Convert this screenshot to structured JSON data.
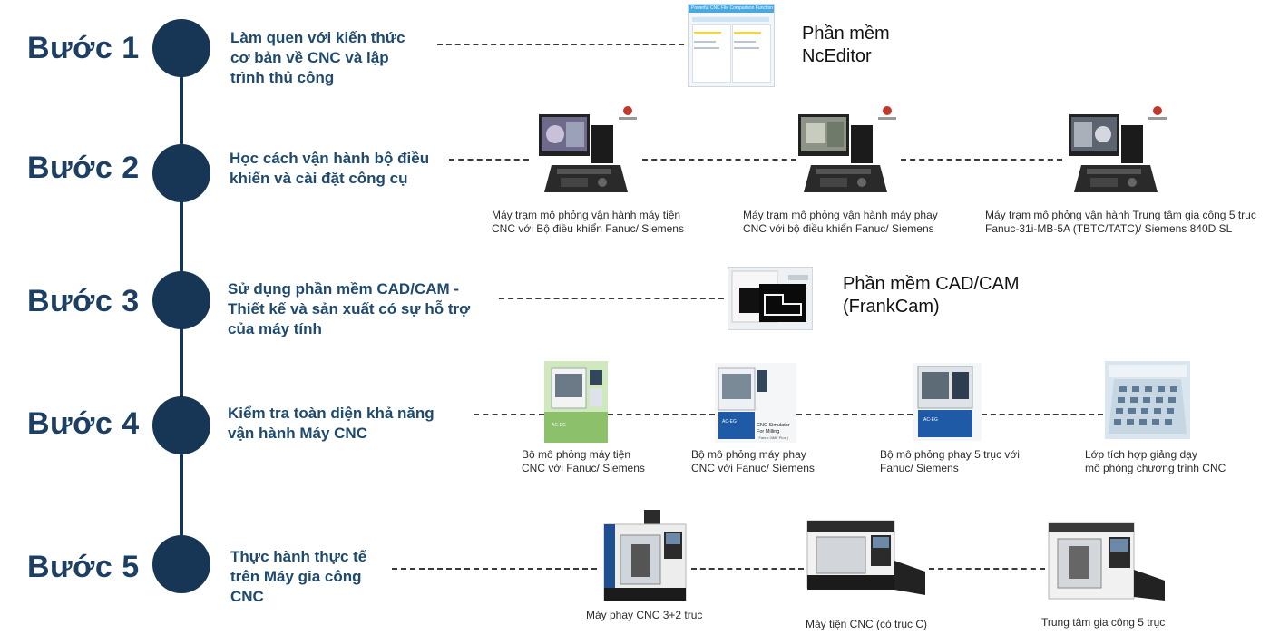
{
  "steps": [
    {
      "label": "Bước 1",
      "desc": [
        "Làm quen với kiến thức",
        "cơ bản về CNC và lập",
        "trình thủ công"
      ]
    },
    {
      "label": "Bước 2",
      "desc": [
        "Học cách vận hành bộ điều",
        "khiển và cài đặt công cụ"
      ]
    },
    {
      "label": "Bước 3",
      "desc": [
        "Sử dụng phần mềm CAD/CAM -",
        "Thiết kế và sản xuất có sự hỗ trợ",
        "của máy tính"
      ]
    },
    {
      "label": "Bước 4",
      "desc": [
        "Kiểm tra toàn diện khả năng",
        "vận hành Máy CNC"
      ]
    },
    {
      "label": "Bước 5",
      "desc": [
        "Thực hành thực tế",
        "trên Máy gia công",
        "CNC"
      ]
    }
  ],
  "step1": {
    "software_title": [
      "Phần mềm",
      "NcEditor"
    ],
    "window_header": "Powerful CNC File Comparison Function"
  },
  "step2": {
    "items": [
      {
        "caption": [
          "Máy trạm mô phỏng vận hành máy tiện",
          "CNC với Bộ điều khiển Fanuc/ Siemens"
        ]
      },
      {
        "caption": [
          "Máy trạm mô phỏng vận hành máy phay",
          "CNC với bộ điều khiển Fanuc/ Siemens"
        ]
      },
      {
        "caption": [
          "Máy trạm mô phỏng vận hành Trung tâm gia công 5 trục",
          "Fanuc-31i-MB-5A (TBTC/TATC)/ Siemens 840D SL"
        ]
      }
    ]
  },
  "step3": {
    "software_title": [
      "Phần mềm CAD/CAM",
      "(FrankCam)"
    ]
  },
  "step4": {
    "items": [
      {
        "caption": [
          "Bộ mô phỏng máy tiện",
          "CNC với Fanuc/ Siemens"
        ],
        "badge": "AC-EG"
      },
      {
        "caption": [
          "Bộ mô phỏng máy phay",
          "CNC với Fanuc/ Siemens"
        ],
        "badge": "AC-EG",
        "sim_label": [
          "CNC Simulator",
          "For Milling"
        ],
        "sim_sub": "( Fanuc 0iMF Plus )"
      },
      {
        "caption": [
          "Bộ mô phỏng phay 5 trục với",
          "Fanuc/ Siemens"
        ],
        "badge": "AC-EG"
      },
      {
        "caption": [
          "Lớp tích hợp giảng dạy",
          "mô phỏng chương trình CNC"
        ]
      }
    ]
  },
  "step5": {
    "items": [
      {
        "caption": "Máy phay CNC 3+2 trục"
      },
      {
        "caption": "Máy tiện CNC (có trục C)"
      },
      {
        "caption": "Trung tâm gia công 5 trục"
      }
    ]
  },
  "colors": {
    "navy": "#173555",
    "step_text": "#1d3f63",
    "desc_text": "#1f4a6f",
    "dash": "#3a3a3a"
  }
}
